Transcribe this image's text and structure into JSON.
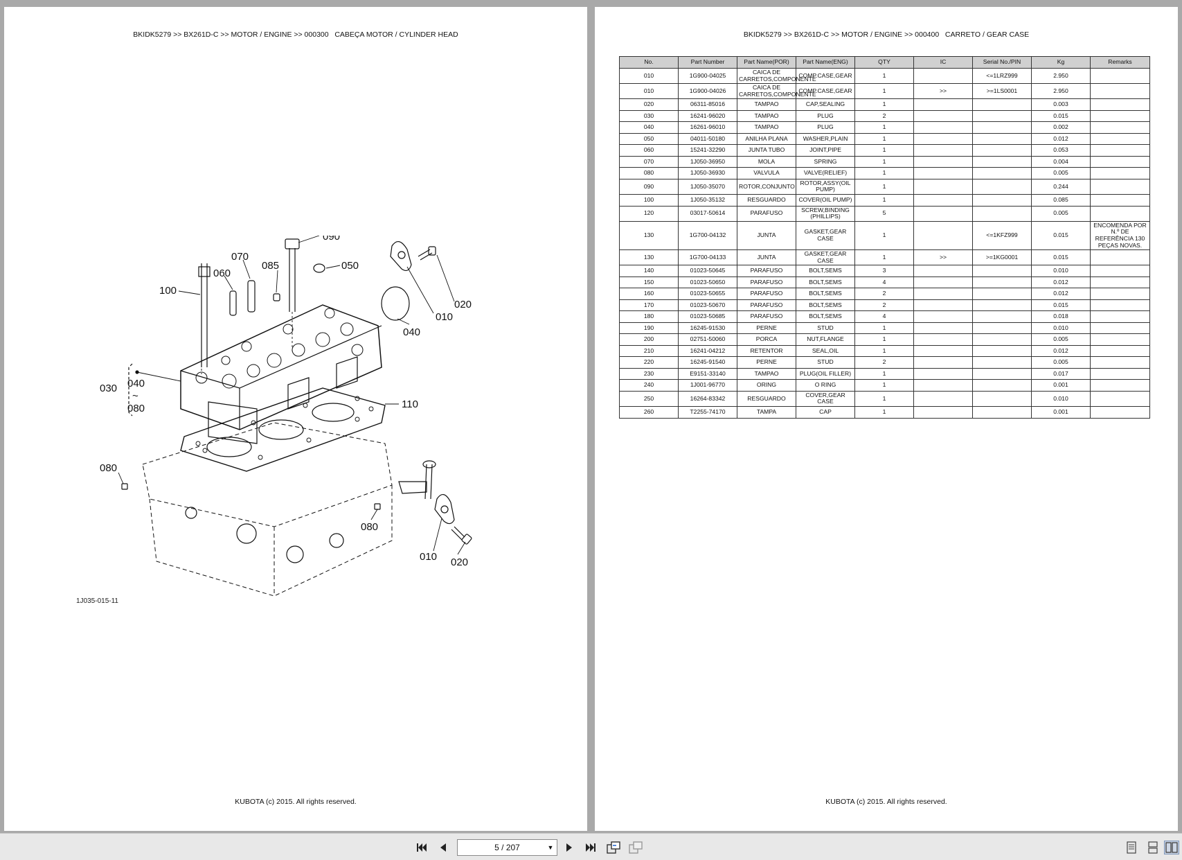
{
  "left_page": {
    "header": "BKIDK5279 >> BX261D-C >> MOTOR / ENGINE >> 000300   CABEÇA MOTOR / CYLINDER HEAD",
    "callouts": [
      "090",
      "070",
      "085",
      "050",
      "060",
      "100",
      "020",
      "010",
      "040",
      "030",
      "040",
      "~",
      "080",
      "110",
      "080",
      "080",
      "010",
      "020"
    ],
    "figure_ref": "1J035-015-11",
    "footer": "KUBOTA (c) 2015. All rights reserved."
  },
  "right_page": {
    "header": "BKIDK5279 >> BX261D-C >> MOTOR / ENGINE >> 000400   CARRETO / GEAR CASE",
    "columns": [
      "No.",
      "Part Number",
      "Part Name(POR)",
      "Part Name(ENG)",
      "QTY",
      "IC",
      "Serial No./PIN",
      "Kg",
      "Remarks"
    ],
    "rows": [
      [
        "010",
        "1G900-04025",
        "CAICA DE CARRETOS,COMPONENTE",
        "COMP.CASE,GEAR",
        "1",
        "",
        "<=1LRZ999",
        "2.950",
        ""
      ],
      [
        "010",
        "1G900-04026",
        "CAICA DE CARRETOS,COMPONENTE",
        "COMP.CASE,GEAR",
        "1",
        ">>",
        ">=1LS0001",
        "2.950",
        ""
      ],
      [
        "020",
        "06311-85016",
        "TAMPAO",
        "CAP,SEALING",
        "1",
        "",
        "",
        "0.003",
        ""
      ],
      [
        "030",
        "16241-96020",
        "TAMPAO",
        "PLUG",
        "2",
        "",
        "",
        "0.015",
        ""
      ],
      [
        "040",
        "16261-96010",
        "TAMPAO",
        "PLUG",
        "1",
        "",
        "",
        "0.002",
        ""
      ],
      [
        "050",
        "04011-50180",
        "ANILHA PLANA",
        "WASHER,PLAIN",
        "1",
        "",
        "",
        "0.012",
        ""
      ],
      [
        "060",
        "15241-32290",
        "JUNTA TUBO",
        "JOINT,PIPE",
        "1",
        "",
        "",
        "0.053",
        ""
      ],
      [
        "070",
        "1J050-36950",
        "MOLA",
        "SPRING",
        "1",
        "",
        "",
        "0.004",
        ""
      ],
      [
        "080",
        "1J050-36930",
        "VALVULA",
        "VALVE(RELIEF)",
        "1",
        "",
        "",
        "0.005",
        ""
      ],
      [
        "090",
        "1J050-35070",
        "ROTOR,CONJUNTO",
        "ROTOR,ASSY(OIL PUMP)",
        "1",
        "",
        "",
        "0.244",
        ""
      ],
      [
        "100",
        "1J050-35132",
        "RESGUARDO",
        "COVER(OIL PUMP)",
        "1",
        "",
        "",
        "0.085",
        ""
      ],
      [
        "120",
        "03017-50614",
        "PARAFUSO",
        "SCREW,BINDING (PHILLIPS)",
        "5",
        "",
        "",
        "0.005",
        ""
      ],
      [
        "130",
        "1G700-04132",
        "JUNTA",
        "GASKET,GEAR CASE",
        "1",
        "",
        "<=1KFZ999",
        "0.015",
        "ENCOMENDA POR N.º DE REFERÊNCIA 130 PEÇAS NOVAS."
      ],
      [
        "130",
        "1G700-04133",
        "JUNTA",
        "GASKET,GEAR CASE",
        "1",
        ">>",
        ">=1KG0001",
        "0.015",
        ""
      ],
      [
        "140",
        "01023-50645",
        "PARAFUSO",
        "BOLT,SEMS",
        "3",
        "",
        "",
        "0.010",
        ""
      ],
      [
        "150",
        "01023-50650",
        "PARAFUSO",
        "BOLT,SEMS",
        "4",
        "",
        "",
        "0.012",
        ""
      ],
      [
        "160",
        "01023-50655",
        "PARAFUSO",
        "BOLT,SEMS",
        "2",
        "",
        "",
        "0.012",
        ""
      ],
      [
        "170",
        "01023-50670",
        "PARAFUSO",
        "BOLT,SEMS",
        "2",
        "",
        "",
        "0.015",
        ""
      ],
      [
        "180",
        "01023-50685",
        "PARAFUSO",
        "BOLT,SEMS",
        "4",
        "",
        "",
        "0.018",
        ""
      ],
      [
        "190",
        "16245-91530",
        "PERNE",
        "STUD",
        "1",
        "",
        "",
        "0.010",
        ""
      ],
      [
        "200",
        "02751-50060",
        "PORCA",
        "NUT,FLANGE",
        "1",
        "",
        "",
        "0.005",
        ""
      ],
      [
        "210",
        "16241-04212",
        "RETENTOR",
        "SEAL,OIL",
        "1",
        "",
        "",
        "0.012",
        ""
      ],
      [
        "220",
        "16245-91540",
        "PERNE",
        "STUD",
        "2",
        "",
        "",
        "0.005",
        ""
      ],
      [
        "230",
        "E9151-33140",
        "TAMPAO",
        "PLUG(OIL FILLER)",
        "1",
        "",
        "",
        "0.017",
        ""
      ],
      [
        "240",
        "1J001-96770",
        "ORING",
        "O RING",
        "1",
        "",
        "",
        "0.001",
        ""
      ],
      [
        "250",
        "16264-83342",
        "RESGUARDO",
        "COVER,GEAR CASE",
        "1",
        "",
        "",
        "0.010",
        ""
      ],
      [
        "260",
        "T2255-74170",
        "TAMPA",
        "CAP",
        "1",
        "",
        "",
        "0.001",
        ""
      ]
    ],
    "footer": "KUBOTA (c) 2015. All rights reserved."
  },
  "toolbar": {
    "page_indicator": "5 / 207",
    "icons": [
      "first-page-icon",
      "prev-page-icon",
      "page-dropdown-icon",
      "next-page-icon",
      "last-page-icon",
      "rotate-icon",
      "rotate-disabled-icon",
      "single-page-view-icon",
      "continuous-view-icon",
      "two-page-view-icon"
    ]
  }
}
